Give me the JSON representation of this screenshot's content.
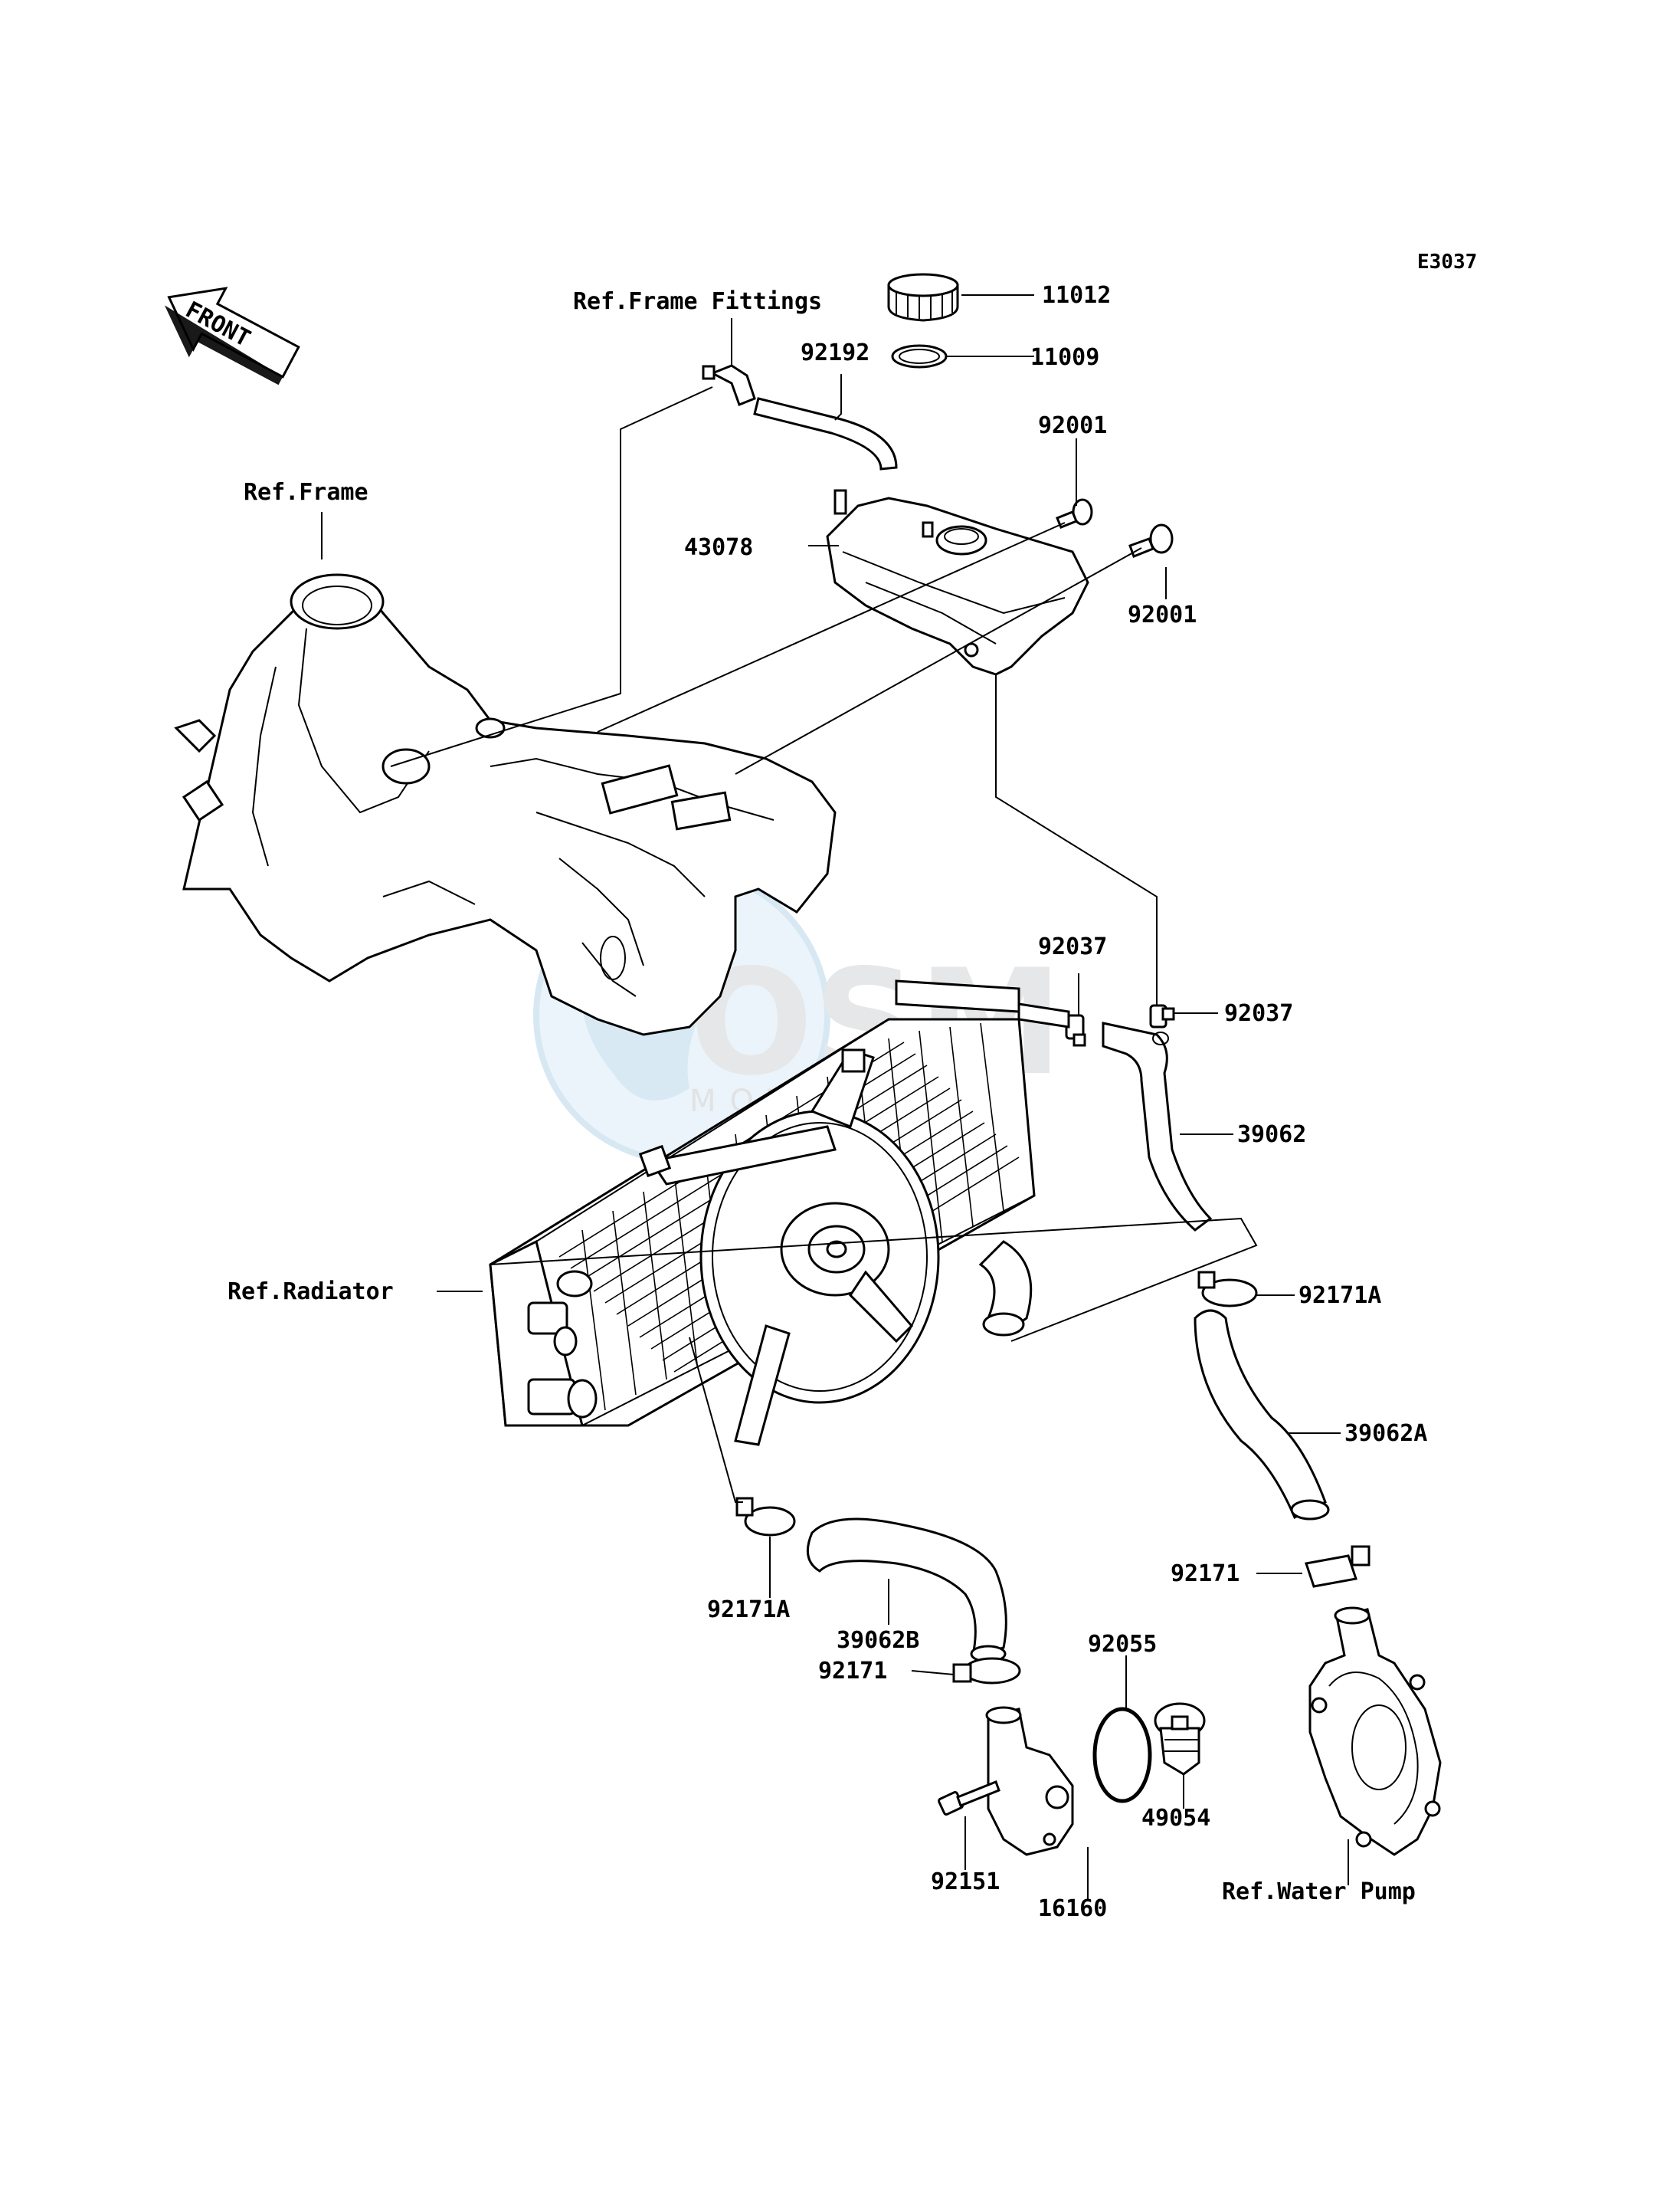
{
  "diagram_code": "E3037",
  "front_arrow": "FRONT",
  "watermark": {
    "brand": "OSM",
    "sub": "MOTORPARTS"
  },
  "labels": {
    "ref_frame_fittings": "Ref.Frame Fittings",
    "ref_frame": "Ref.Frame",
    "ref_radiator": "Ref.Radiator",
    "ref_water_pump": "Ref.Water Pump",
    "p11012": "11012",
    "p11009": "11009",
    "p92192": "92192",
    "p92001_a": "92001",
    "p92001_b": "92001",
    "p43078": "43078",
    "p92037_a": "92037",
    "p92037_b": "92037",
    "p39062": "39062",
    "p92171A_a": "92171A",
    "p39062A": "39062A",
    "p92171_a": "92171",
    "p92171A_b": "92171A",
    "p39062B": "39062B",
    "p92171_b": "92171",
    "p92055": "92055",
    "p49054": "49054",
    "p92151": "92151",
    "p16160": "16160"
  }
}
